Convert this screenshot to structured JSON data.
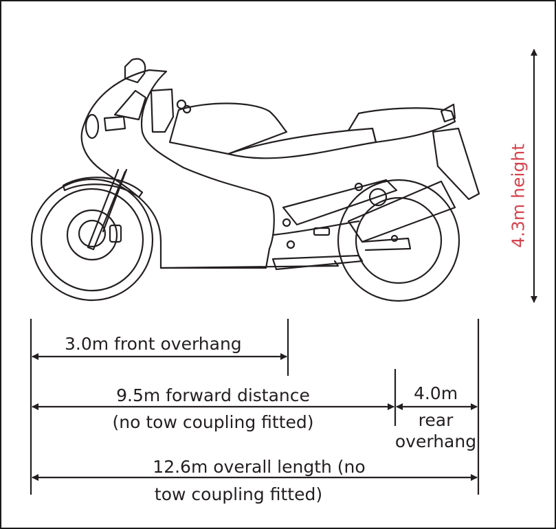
{
  "labels": {
    "height": "4.3m height",
    "front_overhang": "3.0m front overhang",
    "forward_distance_1": "9.5m forward distance",
    "forward_distance_2": "(no tow coupling fitted)",
    "rear_overhang_1": "4.0m",
    "rear_overhang_2": "rear",
    "rear_overhang_3": "overhang",
    "overall_length_1": "12.6m overall length (no",
    "overall_length_2": "tow coupling fitted)"
  },
  "colors": {
    "line": "#231f20",
    "height_label": "#d6444f"
  }
}
